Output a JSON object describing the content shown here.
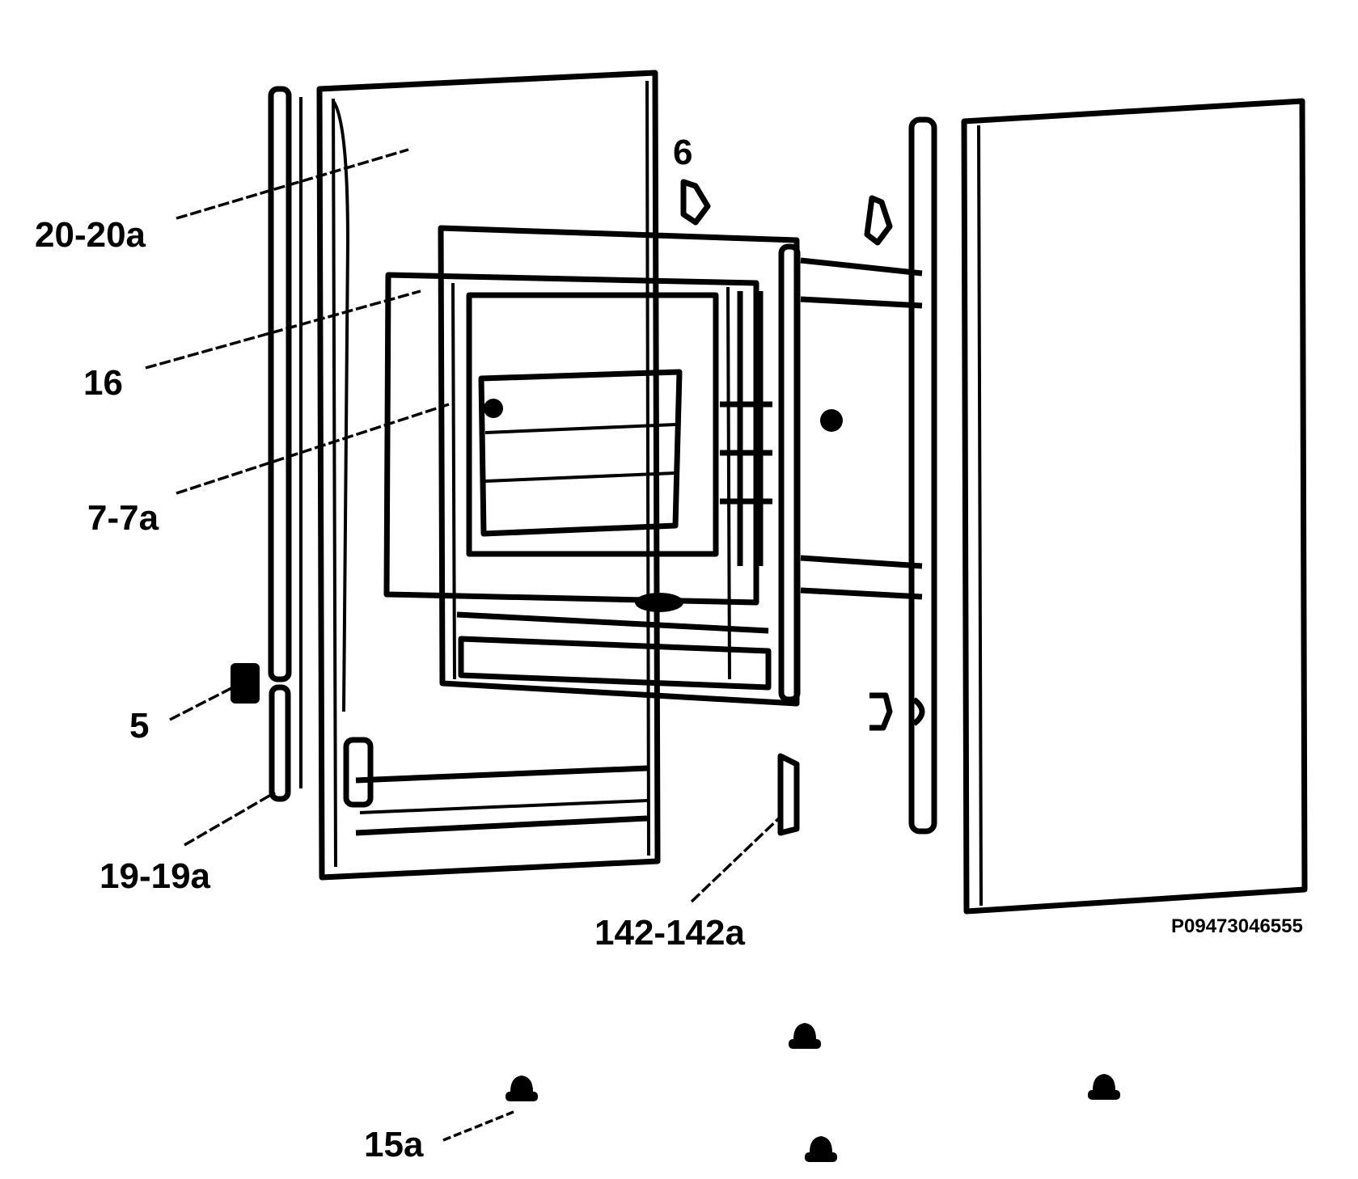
{
  "labels": {
    "l_20_20a": "20-20a",
    "l_16": "16",
    "l_7_7a": "7-7a",
    "l_5": "5",
    "l_19_19a": "19-19a",
    "l_6": "6",
    "l_142_142a": "142-142a",
    "l_15a": "15a"
  },
  "drawing_code": "P09473046555",
  "colors": {
    "line": "#000000",
    "background": "#ffffff"
  }
}
